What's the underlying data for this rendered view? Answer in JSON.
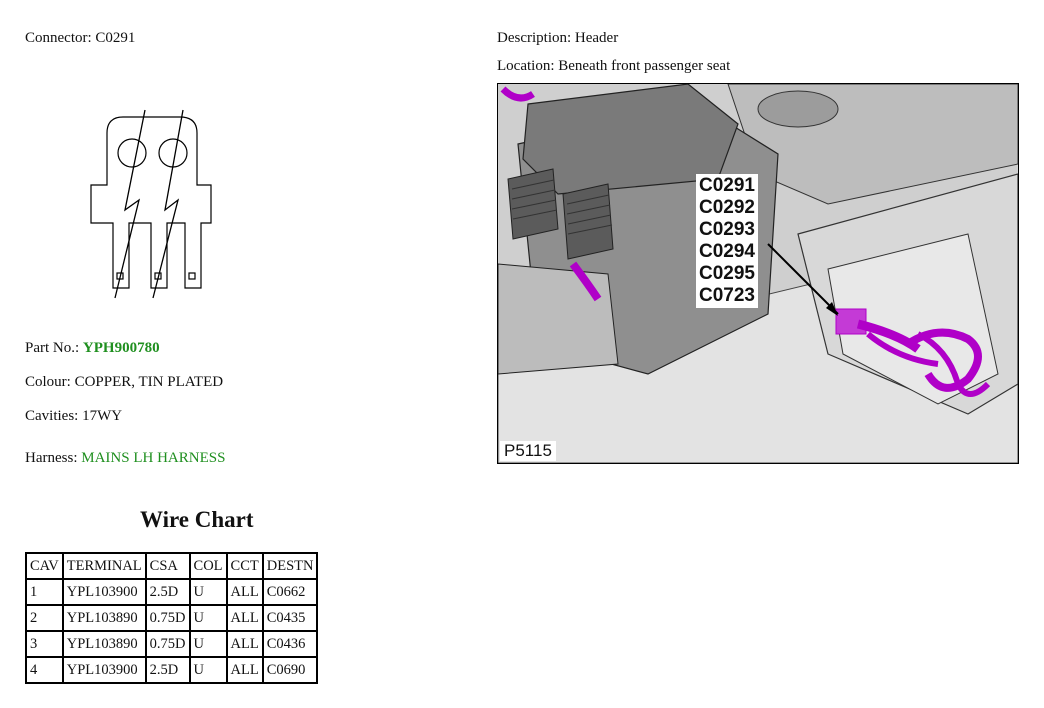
{
  "connector": {
    "label": "Connector:",
    "value": "C0291"
  },
  "description": {
    "label": "Description:",
    "value": "Header"
  },
  "location": {
    "label": "Location:",
    "value": "Beneath front passenger seat"
  },
  "part_no": {
    "label": "Part No.:",
    "value": "YPH900780"
  },
  "colour": {
    "label": "Colour:",
    "value": "COPPER, TIN PLATED"
  },
  "cavities": {
    "label": "Cavities:",
    "value": "17WY"
  },
  "harness": {
    "label": "Harness:",
    "value": "MAINS LH HARNESS"
  },
  "wire_chart": {
    "title": "Wire Chart",
    "headers": [
      "CAV",
      "TERMINAL",
      "CSA",
      "COL",
      "CCT",
      "DESTN"
    ],
    "rows": [
      [
        "1",
        "YPL103900",
        "2.5D",
        "U",
        "ALL",
        "C0662"
      ],
      [
        "2",
        "YPL103890",
        "0.75D",
        "U",
        "ALL",
        "C0435"
      ],
      [
        "3",
        "YPL103890",
        "0.75D",
        "U",
        "ALL",
        "C0436"
      ],
      [
        "4",
        "YPL103900",
        "2.5D",
        "U",
        "ALL",
        "C0690"
      ]
    ]
  },
  "photo": {
    "connector_labels": [
      "C0291",
      "C0292",
      "C0293",
      "C0294",
      "C0295",
      "C0723"
    ],
    "ref": "P5115",
    "highlight_color": "#b000c8"
  }
}
